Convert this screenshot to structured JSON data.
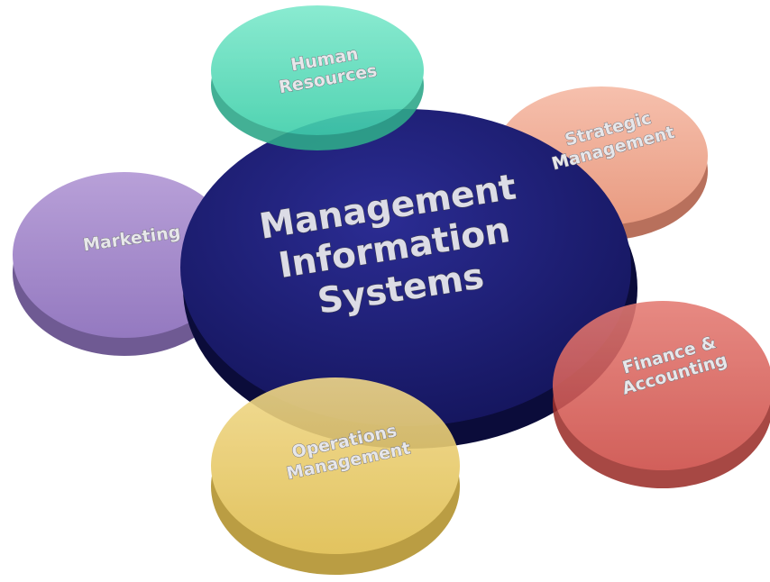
{
  "diagram": {
    "center": {
      "lines": [
        "Management",
        "Information",
        "Systems"
      ],
      "color": "#1e1f7c"
    },
    "nodes": [
      {
        "id": "human-resources",
        "lines": [
          "Human",
          "Resources"
        ],
        "color": "#45d7b4"
      },
      {
        "id": "strategic-management",
        "lines": [
          "Strategic",
          "Management"
        ],
        "color": "#f0a48c"
      },
      {
        "id": "marketing",
        "lines": [
          "Marketing"
        ],
        "color": "#9e83c7"
      },
      {
        "id": "finance-accounting",
        "lines": [
          "Finance &",
          "Accounting"
        ],
        "color": "#d4504a"
      },
      {
        "id": "operations-management",
        "lines": [
          "Operations",
          "Management"
        ],
        "color": "#e6c458"
      }
    ]
  }
}
